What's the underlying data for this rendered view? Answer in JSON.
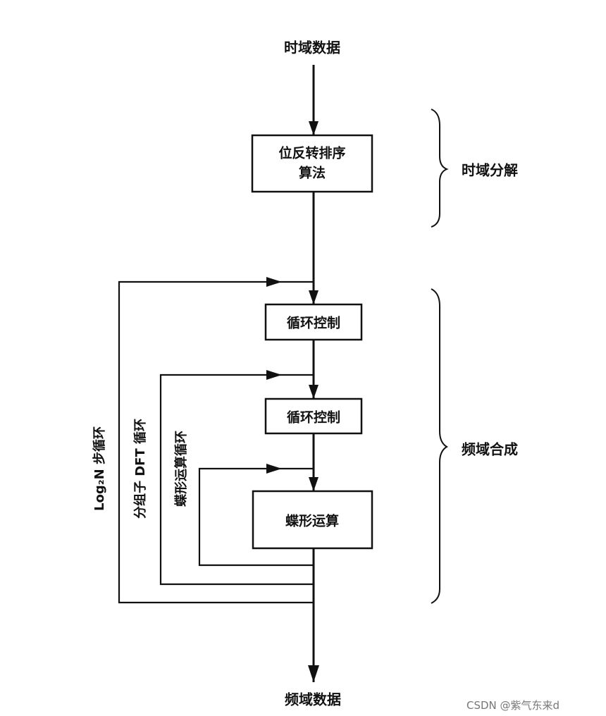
{
  "input_label": "时域数据",
  "output_label": "频域数据",
  "nodes": {
    "bit_reverse_line1": "位反转排序",
    "bit_reverse_line2": "算法",
    "loop_control_outer": "循环控制",
    "loop_control_inner": "循环控制",
    "butterfly": "蝶形运算"
  },
  "phases": {
    "time_decomposition": "时域分解",
    "frequency_synthesis": "频域合成"
  },
  "loops": {
    "outer": "Log₂N 步循环",
    "middle": "分组子 DFT 循环",
    "inner": "蝶形运算循环"
  },
  "watermark": "CSDN @紫气东来d",
  "colors": {
    "line": "#111111",
    "text": "#111111",
    "watermark": "#777777"
  }
}
